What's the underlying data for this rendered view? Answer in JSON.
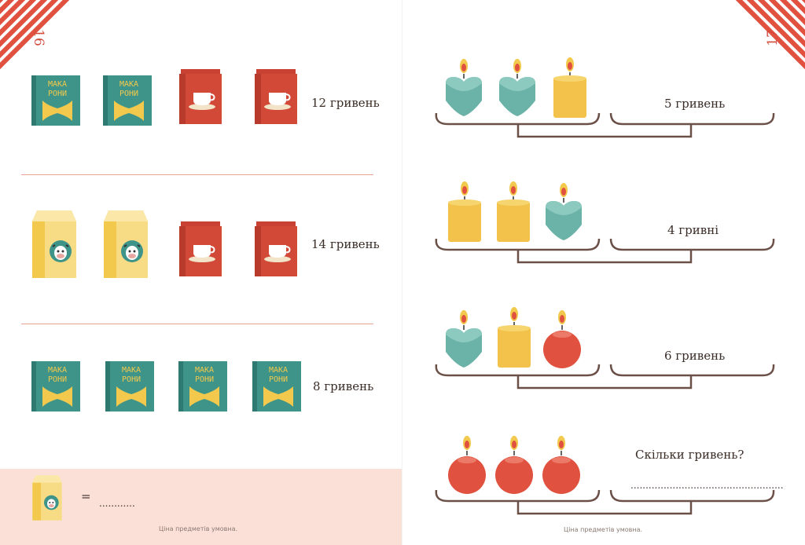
{
  "left_page": {
    "page_number": "16",
    "rows": [
      {
        "items": [
          "pasta-box",
          "pasta-box",
          "coffee-bag",
          "coffee-bag"
        ],
        "price": "12 гривень"
      },
      {
        "items": [
          "milk-carton",
          "milk-carton",
          "coffee-bag",
          "coffee-bag"
        ],
        "price": "14 гривень"
      },
      {
        "items": [
          "pasta-box",
          "pasta-box",
          "pasta-box",
          "pasta-box"
        ],
        "price": "8 гривень"
      }
    ],
    "pasta_label_top": "МАКА",
    "pasta_label_bottom": "РОНИ",
    "question": {
      "item": "milk-carton",
      "equals": "=",
      "blank": "............"
    },
    "note": "Ціна предметів умовна."
  },
  "right_page": {
    "page_number": "17",
    "rows": [
      {
        "items": [
          "heart-candle",
          "heart-candle",
          "pillar-candle"
        ],
        "price": "5 гривень"
      },
      {
        "items": [
          "pillar-candle",
          "pillar-candle",
          "heart-candle"
        ],
        "price": "4 гривні"
      },
      {
        "items": [
          "heart-candle",
          "pillar-candle",
          "ball-candle"
        ],
        "price": "6 гривень"
      },
      {
        "items": [
          "ball-candle",
          "ball-candle",
          "ball-candle"
        ],
        "price": ""
      }
    ],
    "question": "Скільки гривень?",
    "answer_blank": "...................................................",
    "note": "Ціна предметів умовна."
  },
  "colors": {
    "accent": "#e0523f",
    "teal": "#3f9489",
    "yellow": "#f2c94c",
    "brown": "#6b5048"
  }
}
